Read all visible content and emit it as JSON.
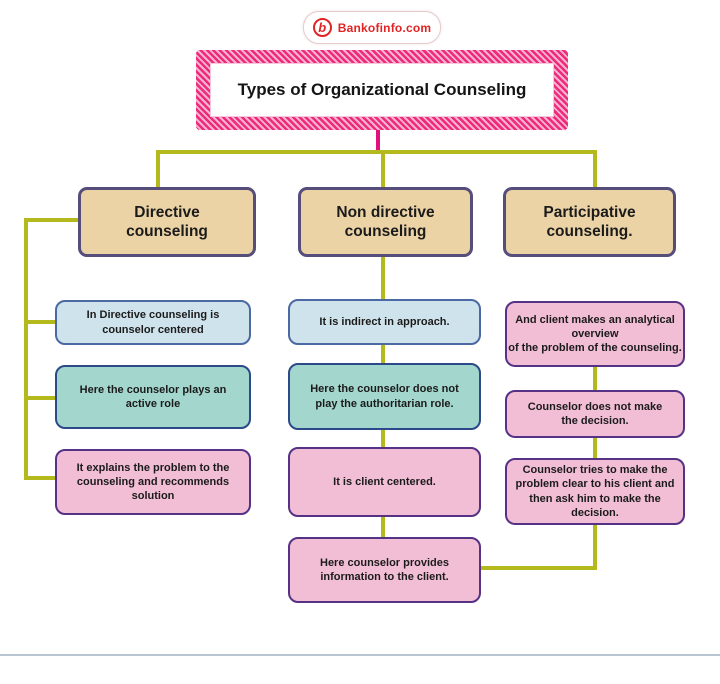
{
  "logo": {
    "brand": "Bankofinfo.com",
    "icon_letter": "b"
  },
  "title": {
    "text": "Types of Organizational Counseling"
  },
  "diagram": {
    "columns": [
      {
        "header": "Directive\ncounseling",
        "boxes": [
          {
            "text": "In Directive counseling is\ncounselor centered"
          },
          {
            "text": "Here the counselor plays an\nactive role"
          },
          {
            "text": "It explains the problem to the\ncounseling and recommends solution"
          }
        ]
      },
      {
        "header": "Non directive\ncounseling",
        "boxes": [
          {
            "text": "It is indirect in approach."
          },
          {
            "text": "Here the counselor does not\nplay the authoritarian role."
          },
          {
            "text": "It is client centered."
          },
          {
            "text": "Here counselor provides\ninformation to the client."
          }
        ]
      },
      {
        "header": "Participative\ncounseling.",
        "boxes": [
          {
            "text": "And client makes an analytical\noverview\nof the problem of the counseling."
          },
          {
            "text": "Counselor does not make\nthe decision."
          },
          {
            "text": "Counselor tries  to make the\nproblem clear to his client and\nthen ask him to make the decision."
          }
        ]
      }
    ]
  },
  "colors": {
    "connector_olive": "#b4ba1e",
    "connector_pink": "#e0117a",
    "header_fill": "#ecd3a6",
    "header_border": "#554d7a",
    "blue_fill": "#cfe3ec",
    "blue_border": "#4b69a2",
    "teal_fill": "#a3d6cd",
    "teal_border": "#2c4a8a",
    "pink_fill": "#f2bed6",
    "pink_border": "#553285",
    "title_hatch_pink": "#ee2a7b",
    "brand_red": "#e02424"
  }
}
